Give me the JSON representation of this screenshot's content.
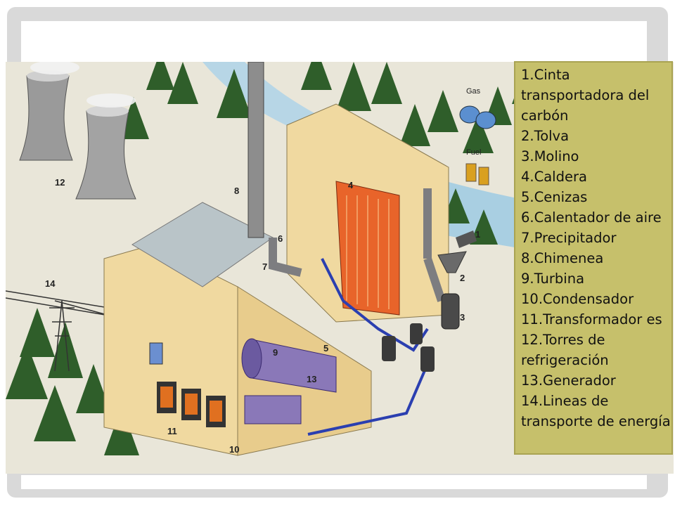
{
  "legend": {
    "items": [
      "1.Cinta transportadora del carbón",
      "2.Tolva",
      "3.Molino",
      "4.Caldera",
      "5.Cenizas",
      "6.Calentador de aire",
      "7.Precipitador",
      "8.Chimenea",
      "9.Turbina",
      "10.Condensador",
      "11.Transformador es",
      "12.Torres de refrigeración",
      "13.Generador",
      "14.Lineas de transporte de energía"
    ]
  },
  "illustration": {
    "labels": {
      "gas": "Gas",
      "fuel": "Fuel",
      "n1": "1",
      "n2": "2",
      "n3": "3",
      "n4": "4",
      "n5": "5",
      "n6": "6",
      "n7": "7",
      "n8": "8",
      "n9": "9",
      "n10": "10",
      "n11": "11",
      "n12": "12",
      "n13": "13",
      "n14": "14"
    }
  },
  "colors": {
    "building": "#f0d9a0",
    "boiler": "#e8642a",
    "pipe_blue": "#2b3fb0",
    "turbine": "#8a78b8",
    "trees": "#2e5a2a",
    "water": "#9ec8e0",
    "legend_bg": "#c6c06b"
  }
}
